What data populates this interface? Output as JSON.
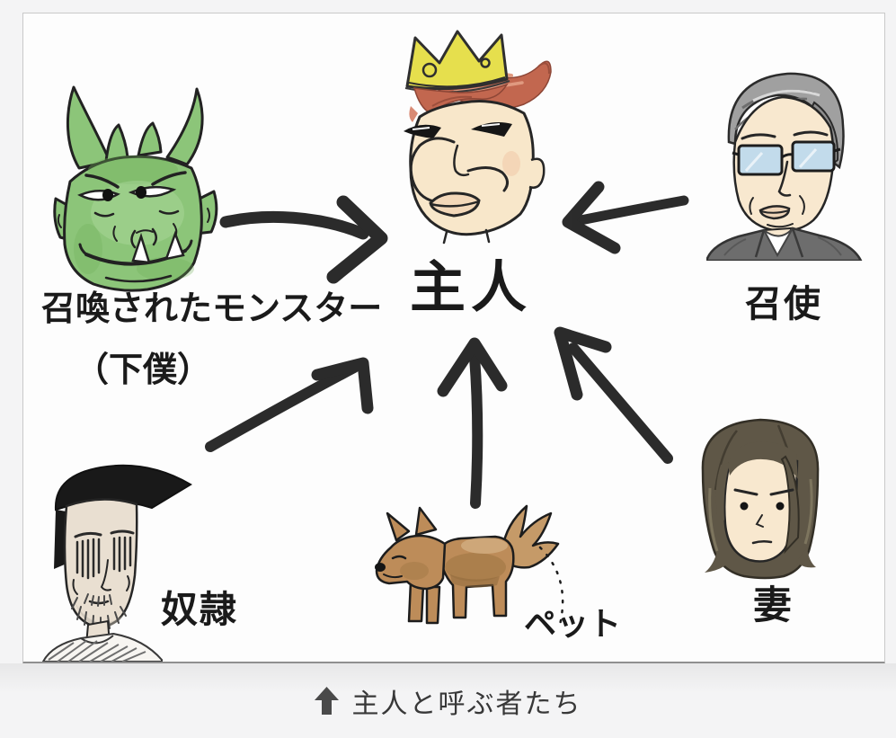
{
  "caption": {
    "icon": "up-arrow",
    "text": "主人と呼ぶ者たち"
  },
  "characters": {
    "monster": {
      "label_line1": "召喚されたモンスター",
      "label_line2": "（下僕）",
      "skin_color": "#8cc579"
    },
    "master": {
      "label": "主人",
      "crown_color": "#e6df4d",
      "hair_color": "#c2674f",
      "skin_color": "#f8e7ca"
    },
    "servant": {
      "label": "召使",
      "hair_color": "#a0a0a0",
      "glasses_color": "#c2dbeb",
      "suit_color": "#6d6d6d",
      "skin_color": "#f8e8cf"
    },
    "slave": {
      "label": "奴隷",
      "hair_color": "#191919",
      "skin_color": "#e9dfd1"
    },
    "pet": {
      "label": "ペット",
      "fur_color": "#bd8c59"
    },
    "wife": {
      "label": "妻",
      "hair_color": "#5f5747",
      "skin_color": "#f8e8cf"
    }
  },
  "diagram": {
    "arrow_color": "#1c1c1c",
    "edges": [
      {
        "from": "monster",
        "to": "master"
      },
      {
        "from": "servant",
        "to": "master"
      },
      {
        "from": "slave",
        "to": "master"
      },
      {
        "from": "pet",
        "to": "master"
      },
      {
        "from": "wife",
        "to": "master"
      }
    ]
  }
}
